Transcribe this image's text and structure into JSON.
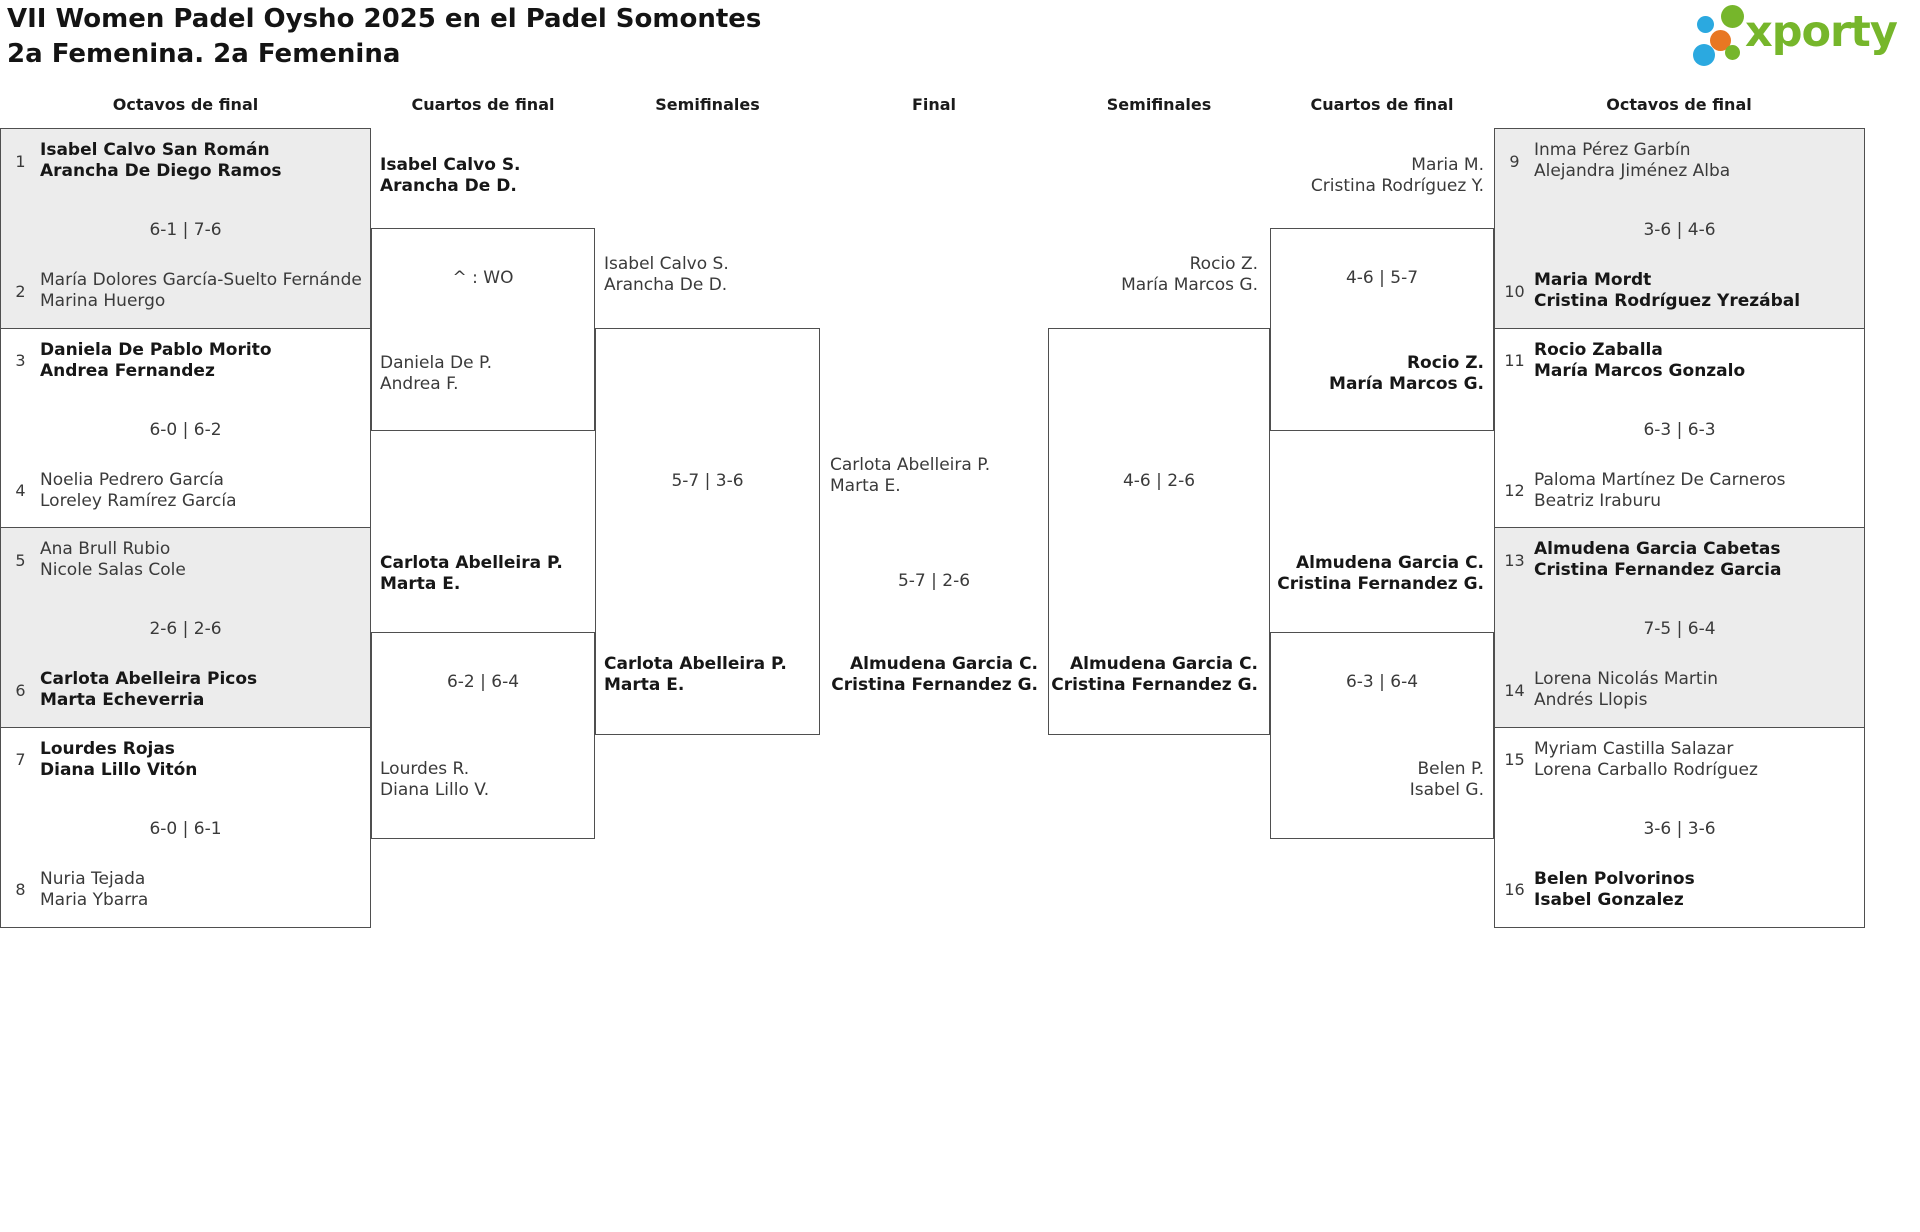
{
  "title": {
    "line1": "VII Women Padel Oysho 2025 en el Padel Somontes",
    "line2": "2a Femenina. 2a Femenina"
  },
  "logo": {
    "text": "xporty",
    "green": "#76b62b",
    "blue": "#2ba9e0",
    "orange": "#e87722"
  },
  "headers": [
    "Octavos de final",
    "Cuartos de final",
    "Semifinales",
    "Final",
    "Semifinales",
    "Cuartos de final",
    "Octavos de final"
  ],
  "oct_left": [
    {
      "num_top": "1",
      "top1": "Isabel Calvo San Román",
      "top2": "Arancha De Diego Ramos",
      "score": "6-1 | 7-6",
      "num_bot": "2",
      "bot1": "María Dolores García-Suelto Fernánde",
      "bot2": "Marina Huergo"
    },
    {
      "num_top": "3",
      "top1": "Daniela De Pablo Morito",
      "top2": "Andrea Fernandez",
      "score": "6-0 | 6-2",
      "num_bot": "4",
      "bot1": "Noelia Pedrero García",
      "bot2": "Loreley Ramírez García"
    },
    {
      "num_top": "5",
      "top1": "Ana Brull Rubio",
      "top2": "Nicole Salas Cole",
      "score": "2-6 | 2-6",
      "num_bot": "6",
      "bot1": "Carlota Abelleira Picos",
      "bot2": "Marta Echeverria"
    },
    {
      "num_top": "7",
      "top1": "Lourdes Rojas",
      "top2": "Diana Lillo Vitón",
      "score": "6-0 | 6-1",
      "num_bot": "8",
      "bot1": "Nuria Tejada",
      "bot2": "Maria Ybarra"
    }
  ],
  "oct_right": [
    {
      "num_top": "9",
      "top1": "Inma Pérez Garbín",
      "top2": "Alejandra Jiménez Alba",
      "score": "3-6 | 4-6",
      "num_bot": "10",
      "bot1": "Maria Mordt",
      "bot2": "Cristina Rodríguez Yrezábal"
    },
    {
      "num_top": "11",
      "top1": "Rocio Zaballa",
      "top2": "María Marcos Gonzalo",
      "score": "6-3 | 6-3",
      "num_bot": "12",
      "bot1": "Paloma Martínez De Carneros",
      "bot2": "Beatriz Iraburu"
    },
    {
      "num_top": "13",
      "top1": "Almudena Garcia Cabetas",
      "top2": "Cristina Fernandez Garcia",
      "score": "7-5 | 6-4",
      "num_bot": "14",
      "bot1": "Lorena Nicolás Martin",
      "bot2": "Andrés Llopis"
    },
    {
      "num_top": "15",
      "top1": "Myriam Castilla Salazar",
      "top2": "Lorena Carballo Rodríguez",
      "score": "3-6 | 3-6",
      "num_bot": "16",
      "bot1": "Belen Polvorinos",
      "bot2": "Isabel Gonzalez"
    }
  ],
  "qf_left": {
    "m1": {
      "top1": "Isabel Calvo S.",
      "top2": "Arancha De D.",
      "score": "^ : WO",
      "bot1": "Daniela De P.",
      "bot2": "Andrea F."
    },
    "m2": {
      "top1": "Carlota Abelleira P.",
      "top2": "Marta E.",
      "score": "6-2 | 6-4",
      "bot1": "Lourdes R.",
      "bot2": "Diana Lillo V."
    }
  },
  "sf_left": {
    "top1": "Isabel Calvo S.",
    "top2": "Arancha De D.",
    "score": "5-7 | 3-6",
    "bot1": "Carlota Abelleira P.",
    "bot2": "Marta E."
  },
  "final": {
    "top1": "Carlota Abelleira P.",
    "top2": "Marta E.",
    "score": "5-7 | 2-6",
    "bot1": "Almudena Garcia C.",
    "bot2": "Cristina Fernandez G."
  },
  "sf_right": {
    "top1": "Rocio Z.",
    "top2": "María Marcos G.",
    "score": "4-6 | 2-6",
    "bot1": "Almudena Garcia C.",
    "bot2": "Cristina Fernandez G."
  },
  "qf_right": {
    "m1": {
      "top1": "Maria M.",
      "top2": "Cristina Rodríguez Y.",
      "score": "4-6 | 5-7",
      "bot1": "Rocio Z.",
      "bot2": "María Marcos G."
    },
    "m2": {
      "top1": "Almudena Garcia C.",
      "top2": "Cristina Fernandez G.",
      "score": "6-3 | 6-4",
      "bot1": "Belen P.",
      "bot2": "Isabel G."
    }
  }
}
